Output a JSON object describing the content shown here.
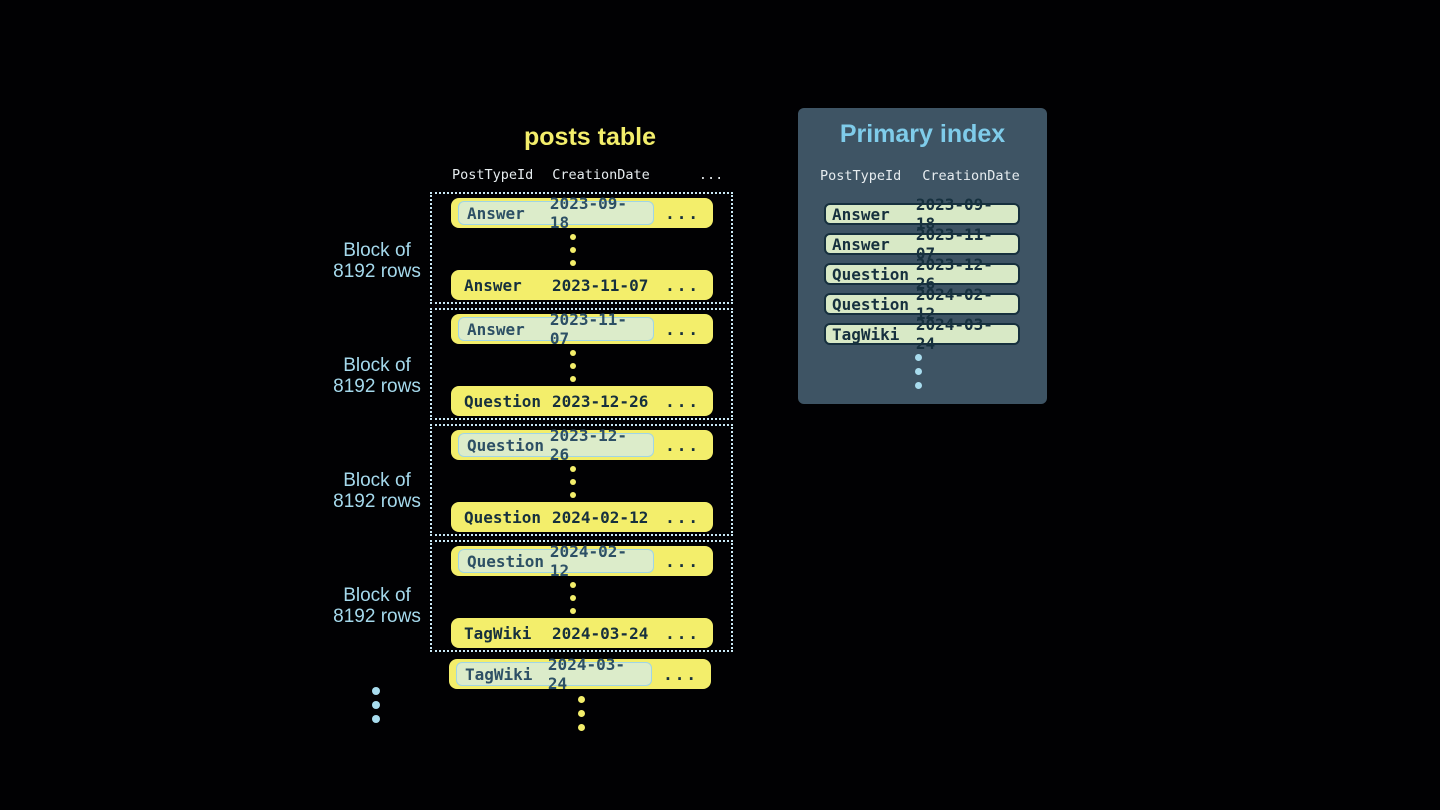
{
  "posts_table": {
    "title": "posts table",
    "headers": [
      "PostTypeId",
      "CreationDate",
      "..."
    ],
    "block_label": {
      "line1": "Block of",
      "line2": "8192 rows"
    },
    "row_ellipsis": "...",
    "blocks": [
      {
        "first": {
          "type": "Answer",
          "date": "2023-09-18"
        },
        "last": {
          "type": "Answer",
          "date": "2023-11-07"
        }
      },
      {
        "first": {
          "type": "Answer",
          "date": "2023-11-07"
        },
        "last": {
          "type": "Question",
          "date": "2023-12-26"
        }
      },
      {
        "first": {
          "type": "Question",
          "date": "2023-12-26"
        },
        "last": {
          "type": "Question",
          "date": "2024-02-12"
        }
      },
      {
        "first": {
          "type": "Question",
          "date": "2024-02-12"
        },
        "last": {
          "type": "TagWiki",
          "date": "2024-03-24"
        }
      }
    ],
    "trailing_row": {
      "type": "TagWiki",
      "date": "2024-03-24"
    }
  },
  "primary_index": {
    "title": "Primary index",
    "headers": [
      "PostTypeId",
      "CreationDate"
    ],
    "rows": [
      {
        "type": "Answer",
        "date": "2023-09-18"
      },
      {
        "type": "Answer",
        "date": "2023-11-07"
      },
      {
        "type": "Question",
        "date": "2023-12-26"
      },
      {
        "type": "Question",
        "date": "2024-02-12"
      },
      {
        "type": "TagWiki",
        "date": "2024-03-24"
      }
    ]
  },
  "colors": {
    "background": "#010103",
    "row_yellow": "#f3ee6b",
    "row_text_dark": "#16303e",
    "key_highlight_bg": "#dcecca",
    "key_highlight_border": "#a0d5e6",
    "dotted_border": "#c9e8f4",
    "label_blue": "#a5d9ec",
    "panel_bg": "#3e5464",
    "panel_title_blue": "#7fccea",
    "index_row_bg": "#d8e9c6"
  }
}
